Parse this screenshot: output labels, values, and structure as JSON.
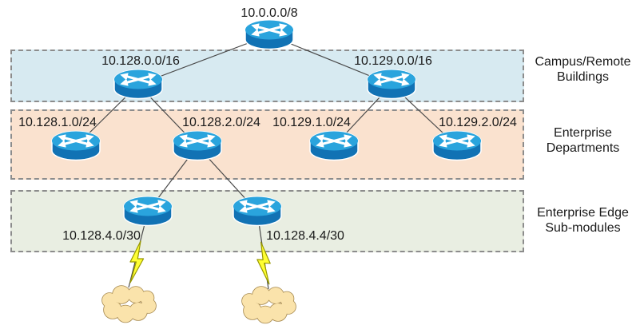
{
  "nodes": {
    "root": "10.0.0.0/8",
    "campus_left": "10.128.0.0/16",
    "campus_right": "10.129.0.0/16",
    "dept_1": "10.128.1.0/24",
    "dept_2": "10.128.2.0/24",
    "dept_3": "10.129.1.0/24",
    "dept_4": "10.129.2.0/24",
    "edge_1": "10.128.4.0/30",
    "edge_2": "10.128.4.4/30"
  },
  "bands": {
    "campus": {
      "line1": "Campus/Remote",
      "line2": "Buildings",
      "color": "#d7eaf1"
    },
    "departments": {
      "line1": "Enterprise",
      "line2": "Departments",
      "color": "#fae2cf"
    },
    "edge": {
      "line1": "Enterprise Edge",
      "line2": "Sub-modules",
      "color": "#e9eee2"
    }
  },
  "colors": {
    "band_border": "#8c8c8c",
    "router_top": "#2aa4dd",
    "router_body": "#1172b4",
    "link": "#4a4a4a",
    "cloud_fill": "#fae3ab",
    "cloud_stroke": "#a6894f",
    "bolt_fill": "#ffff33",
    "bolt_stroke": "#989800",
    "text": "#1a1a1a",
    "background": "#ffffff"
  }
}
